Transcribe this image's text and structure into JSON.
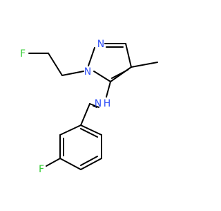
{
  "molecule": {
    "atom_labels": {
      "fluoroethyl_f": "F",
      "pyrazole_n1": "N",
      "pyrazole_n2": "N",
      "amine_nh": "N",
      "amine_h": "H",
      "aryl_f": "F"
    },
    "colors": {
      "bond": "#000000",
      "fluorine": "#33cc33",
      "nitrogen": "#3050f8"
    }
  }
}
